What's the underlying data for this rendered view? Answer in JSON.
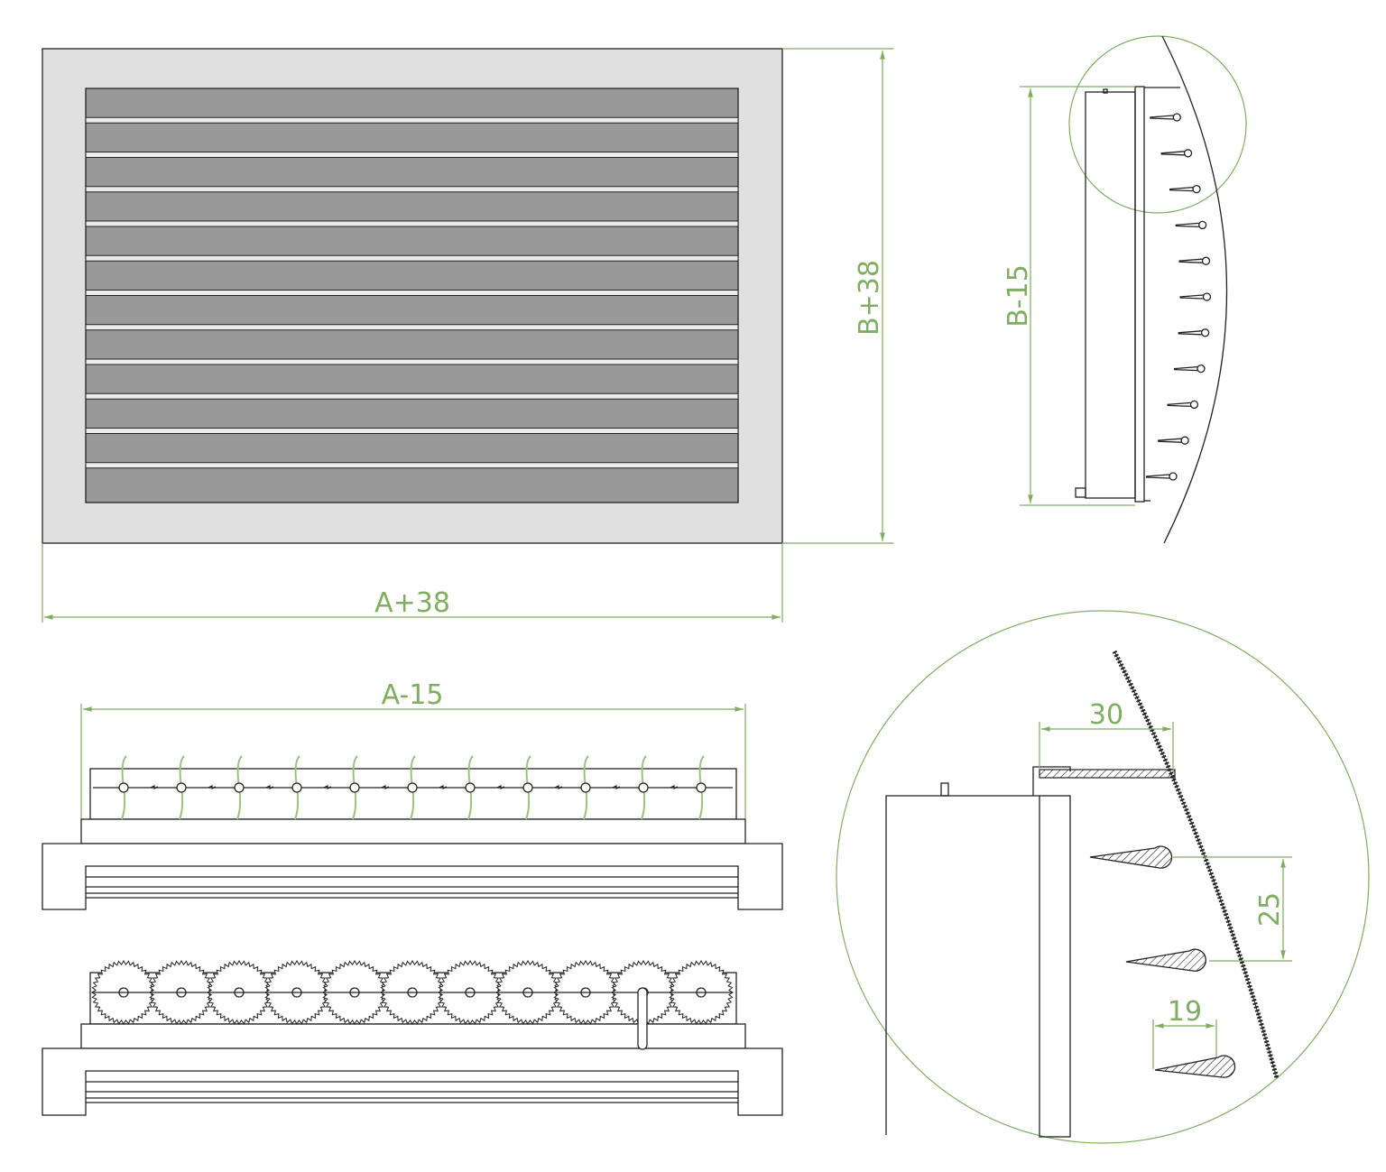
{
  "dimensions": {
    "front_width": "A+38",
    "front_height": "B+38",
    "side_height": "B-15",
    "bottom_width": "A-15",
    "detail_depth": "30",
    "detail_pitch": "25",
    "detail_blade": "19"
  },
  "front_view": {
    "slat_count": 12
  },
  "side_view": {
    "blade_count": 11
  },
  "bottom_view": {
    "pivot_count": 11
  },
  "gear_view": {
    "gear_count": 11
  },
  "colors": {
    "dimension": "#7fae62",
    "frame": "#e0e0e0",
    "slat": "#999999",
    "line": "#222222"
  }
}
